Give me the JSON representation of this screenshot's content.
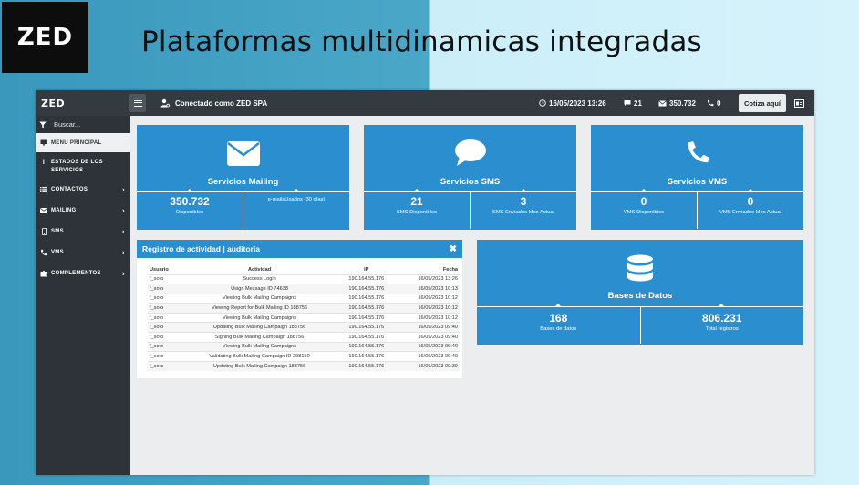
{
  "slide": {
    "logo": "ZED",
    "title": "Plataformas multidinamicas integradas"
  },
  "topbar": {
    "logo": "ZED",
    "user_label": "Conectado como ZED SPA",
    "datetime": "16/05/2023 13:26",
    "messages_count": "21",
    "sms_count": "350.732",
    "calls_count": "0",
    "quote_button": "Cotiza aquí"
  },
  "sidebar": {
    "search_placeholder": "Buscar...",
    "items": [
      {
        "label": "MENU PRINCIPAL",
        "icon": "monitor-icon"
      },
      {
        "label": "ESTADOS DE LOS SERVICIOS",
        "icon": "info-icon"
      },
      {
        "label": "CONTACTOS",
        "icon": "list-icon"
      },
      {
        "label": "MAILING",
        "icon": "envelope-icon"
      },
      {
        "label": "SMS",
        "icon": "mobile-icon"
      },
      {
        "label": "VMS",
        "icon": "phone-icon"
      },
      {
        "label": "COMPLEMENTOS",
        "icon": "puzzle-icon"
      }
    ]
  },
  "services": {
    "mailing": {
      "title": "Servicios Mailing",
      "left_value": "350.732",
      "left_label": "Disponibles",
      "right_value": "",
      "right_label": "e-mailsUsados (30 días)"
    },
    "sms": {
      "title": "Servicios SMS",
      "left_value": "21",
      "left_label": "SMS Disponibles",
      "right_value": "3",
      "right_label": "SMS Enviados Mes Actual"
    },
    "vms": {
      "title": "Servicios VMS",
      "left_value": "0",
      "left_label": "VMS Disponibles",
      "right_value": "0",
      "right_label": "VMS Enviados Mes Actual"
    }
  },
  "activity": {
    "title": "Registro de actividad | auditoría",
    "columns": [
      "Usuario",
      "Actividad",
      "IP",
      "Fecha"
    ],
    "rows": [
      [
        "f_soto",
        "Success Login",
        "190.164.55.176",
        "16/05/2023 13:26"
      ],
      [
        "f_soto",
        "Usign Message ID 74638",
        "190.164.55.176",
        "16/05/2023 10:13"
      ],
      [
        "f_soto",
        "Viewing Bulk Mailing Campaigns",
        "190.164.55.176",
        "16/05/2023 10:12"
      ],
      [
        "f_soto",
        "Viewing Report for Bulk Mailing ID 188756",
        "190.164.55.176",
        "16/05/2023 10:12"
      ],
      [
        "f_soto",
        "Viewing Bulk Mailing Campaigns",
        "190.164.55.176",
        "16/05/2023 10:12"
      ],
      [
        "f_soto",
        "Updating Bulk Mailing Campaign 188756",
        "190.164.55.176",
        "16/05/2023 09:40"
      ],
      [
        "f_soto",
        "Signing Bulk Mailing Campaign 188756",
        "190.164.55.176",
        "16/05/2023 09:40"
      ],
      [
        "f_soto",
        "Viewing Bulk Mailing Campaigns",
        "190.164.55.176",
        "16/05/2023 09:40"
      ],
      [
        "f_soto",
        "Validating Bulk Mailing Campaign ID 298150",
        "190.164.55.176",
        "16/05/2023 09:40"
      ],
      [
        "f_soto",
        "Updating Bulk Mailing Campaign 188756",
        "190.164.55.176",
        "16/05/2023 09:39"
      ]
    ]
  },
  "databases": {
    "title": "Bases de Datos",
    "left_value": "168",
    "left_label": "Bases de datos",
    "right_value": "806.231",
    "right_label": "Total registros"
  },
  "colors": {
    "panel_blue": "#2b8fcf",
    "sidebar_dark": "#2d3338",
    "topbar_dark": "#343a40",
    "whatsapp_green": "#25c03e"
  }
}
